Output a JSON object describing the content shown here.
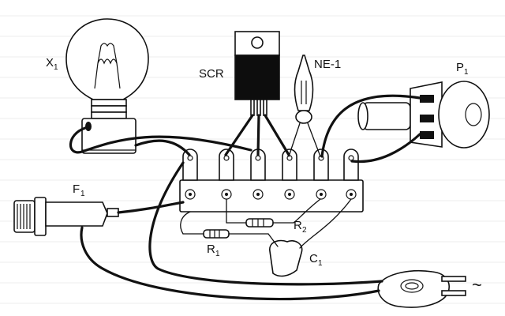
{
  "labels": {
    "lamp": "X",
    "lamp_sub": "1",
    "scr": "SCR",
    "neon": "NE-1",
    "pot": "P",
    "pot_sub": "1",
    "fuse": "F",
    "fuse_sub": "1",
    "r1": "R",
    "r1_sub": "1",
    "r2": "R",
    "r2_sub": "2",
    "cap": "C",
    "cap_sub": "1",
    "ac": "~"
  },
  "colors": {
    "ink": "#111111",
    "paper": "#ffffff",
    "scr_body": "#0d0d0d"
  }
}
